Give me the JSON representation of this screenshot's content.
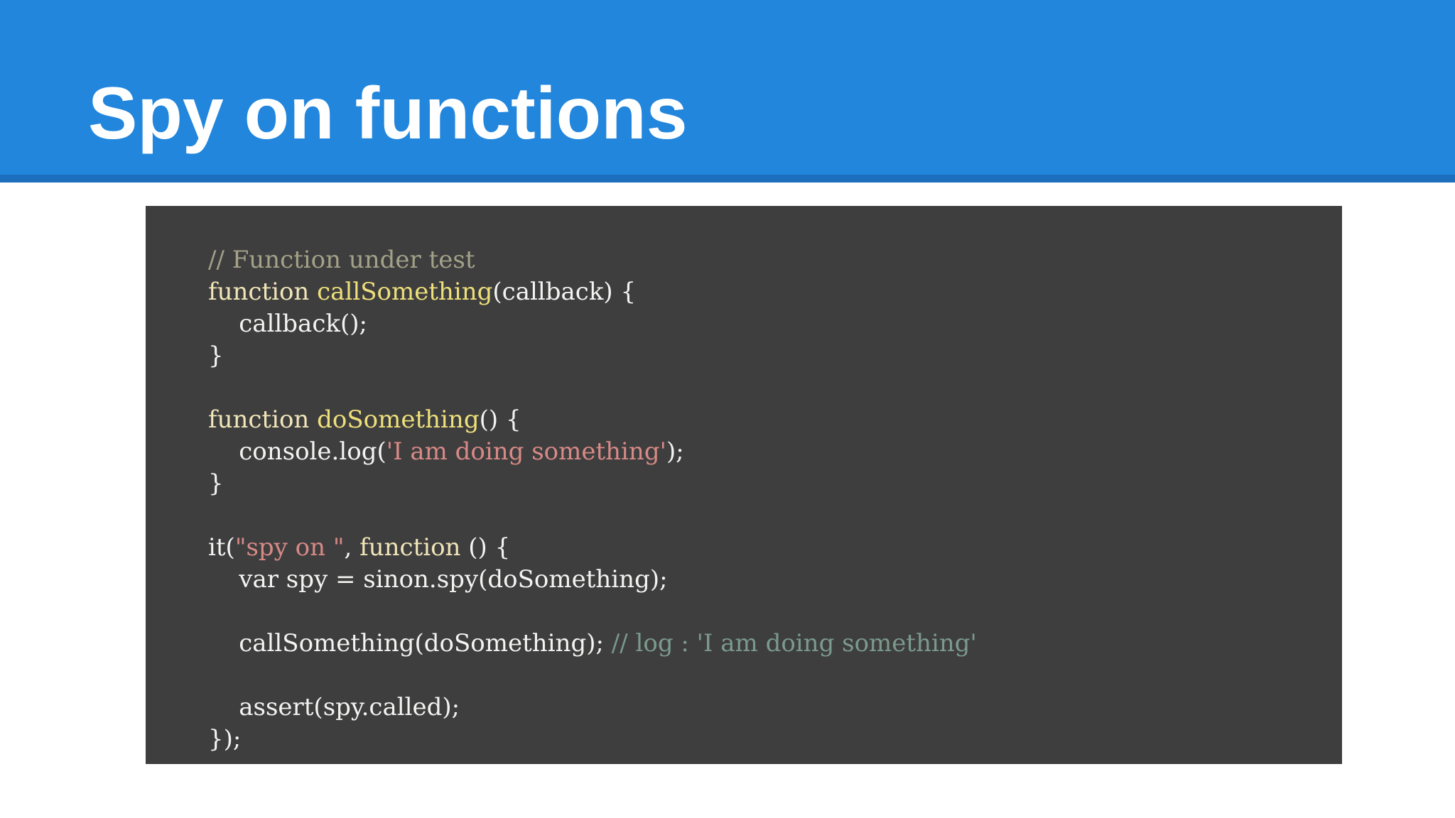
{
  "slide": {
    "title": "Spy on functions"
  },
  "colors": {
    "header": "#2286dd",
    "header_rule": "#1b6fbd",
    "code_background": "#3f3e3f",
    "comment": "#a3a288",
    "function_name": "#eee07a",
    "string": "#d78a86",
    "plain_text": "#f3f3f1"
  },
  "code": {
    "comment_function_under_test": "// Function under test",
    "line2_keyword": "function ",
    "line2_name": "callSomething",
    "line2_rest": "(callback) {",
    "line3": "    callback();",
    "line4": "}",
    "line6_keyword": "function ",
    "line6_name": "doSomething",
    "line6_rest": "() {",
    "line7_start": "    console.log(",
    "line7_string": "'I am doing something'",
    "line7_end": ");",
    "line8": "}",
    "line10_start": "it(",
    "line10_string": "\"spy on \"",
    "line10_middle": ", ",
    "line10_keyword": "function",
    "line10_end": " () {",
    "line11": "    var spy = sinon.spy(doSomething);",
    "line13_code": "    callSomething(doSomething); ",
    "line13_comment": "// log : 'I am doing something'",
    "line15": "    assert(spy.called);",
    "line16": "});"
  }
}
